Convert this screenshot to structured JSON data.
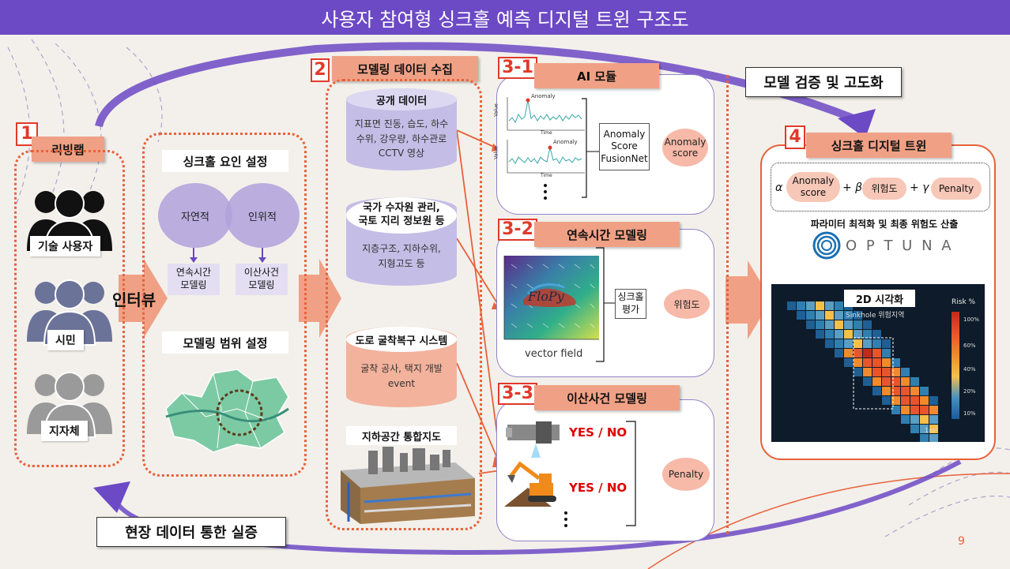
{
  "title": "사용자 참여형 싱크홀 예측 디지털 트윈 구조도",
  "page_number": "9",
  "top_label": "모델 검증 및 고도화",
  "bottom_label": "현장 데이터 통한 실증",
  "section1": {
    "number": "1",
    "title": "리빙랩",
    "users": [
      "기술 사용자",
      "시민",
      "지자체"
    ],
    "interview": "인터뷰",
    "factor_title": "싱크홀 요인 설정",
    "natural": "자연적",
    "artificial": "인위적",
    "continuous": "연속시간\n모델링",
    "discrete": "이산사건\n모델링",
    "scope_title": "모델링 범위 설정"
  },
  "section2": {
    "number": "2",
    "title": "모델링 데이터 수집",
    "public_title": "공개 데이터",
    "public_body": "지표면 진동, 습도, 하수\n수위, 강우량, 하수관로\nCCTV 영상",
    "national_title": "국가 수자원 관리,\n국토 지리 정보원 등",
    "national_body": "지층구조, 지하수위,\n지형고도 등",
    "road_title": "도로 굴착복구 시스템",
    "road_body": "굴착 공사, 택지 개발\nevent",
    "underground_title": "지하공간 통합지도"
  },
  "section31": {
    "number": "3-1",
    "title": "AI 모듈",
    "fusion": "Anomaly\nScore\nFusionNet",
    "output": "Anomaly\nscore",
    "chart_anomaly": "Anomaly",
    "chart_time": "Time",
    "chart_value": "Value"
  },
  "section32": {
    "number": "3-2",
    "title": "연속시간 모델링",
    "caption": "vector field",
    "flopy": "FloPy",
    "eval": "싱크홀\n평가",
    "output": "위험도"
  },
  "section33": {
    "number": "3-3",
    "title": "이산사건 모델링",
    "yes_no_1": "YES / NO",
    "yes_no_2": "YES / NO",
    "output": "Penalty"
  },
  "section4": {
    "number": "4",
    "title": "싱크홀 디지털 트윈",
    "alpha": "α",
    "beta": "+ β",
    "gamma": "+ γ",
    "term_anomaly": "Anomaly\nscore",
    "term_risk": "위험도",
    "term_penalty": "Penalty",
    "optimize": "파라미터 최적화 및 최종 위험도 산출",
    "optuna": "O P T U N A",
    "viz_title": "2D 시각화",
    "viz_subtitle": "Sinkhole 위험지역",
    "legend_title": "Risk %",
    "legend_ticks": [
      "100%",
      "60%",
      "40%",
      "20%",
      "10%"
    ],
    "unit": "1m²"
  },
  "colors": {
    "title_bg": "#6c49c5",
    "accent": "#e8613a",
    "salmon": "#f0a185",
    "purple": "#6c49c5"
  }
}
